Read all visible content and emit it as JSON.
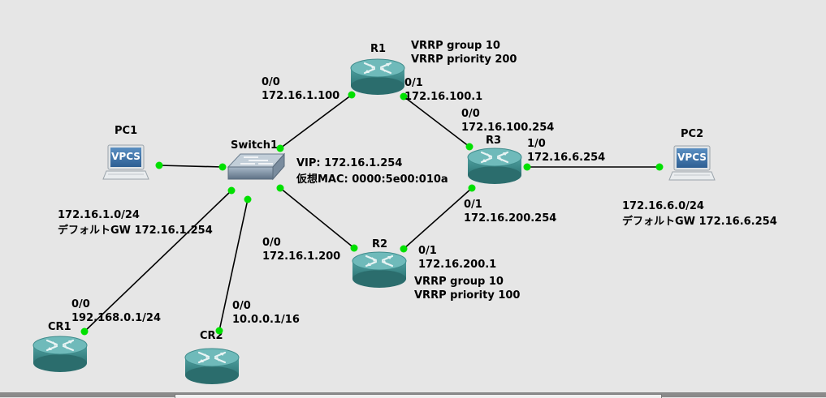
{
  "nodes": {
    "r1": {
      "name": "R1"
    },
    "r2": {
      "name": "R2"
    },
    "r3": {
      "name": "R3"
    },
    "cr1": {
      "name": "CR1"
    },
    "cr2": {
      "name": "CR2"
    },
    "switch1": {
      "name": "Switch1"
    },
    "pc1": {
      "name": "PC1",
      "badge": "VPCS"
    },
    "pc2": {
      "name": "PC2",
      "badge": "VPCS"
    }
  },
  "labels": {
    "r1_vrrp_group": "VRRP group 10",
    "r1_vrrp_priority": "VRRP priority 200",
    "r1_if00": "0/0",
    "r1_ip00": "172.16.1.100",
    "r1_if01": "0/1",
    "r1_ip01": "172.16.100.1",
    "r3_if00": "0/0",
    "r3_ip00": "172.16.100.254",
    "r3_if10": "1/0",
    "r3_ip10": "172.16.6.254",
    "r3_if01": "0/1",
    "r3_ip01": "172.16.200.254",
    "vip": "VIP: 172.16.1.254",
    "vmac": "仮想MAC: 0000:5e00:010a",
    "r2_if00": "0/0",
    "r2_ip00": "172.16.1.200",
    "r2_if01": "0/1",
    "r2_ip01": "172.16.200.1",
    "r2_vrrp_group": "VRRP group 10",
    "r2_vrrp_priority": "VRRP priority 100",
    "pc1_net": "172.16.1.0/24",
    "pc1_gw": "デフォルトGW 172.16.1.254",
    "pc2_net": "172.16.6.0/24",
    "pc2_gw": "デフォルトGW 172.16.6.254",
    "cr1_if": "0/0",
    "cr1_ip": "192.168.0.1/24",
    "cr2_if": "0/0",
    "cr2_ip": "10.0.0.1/16"
  },
  "colors": {
    "router": "#3a8a8a",
    "router_top": "#5fb0b0",
    "link": "#000000",
    "port": "#00dd00"
  }
}
